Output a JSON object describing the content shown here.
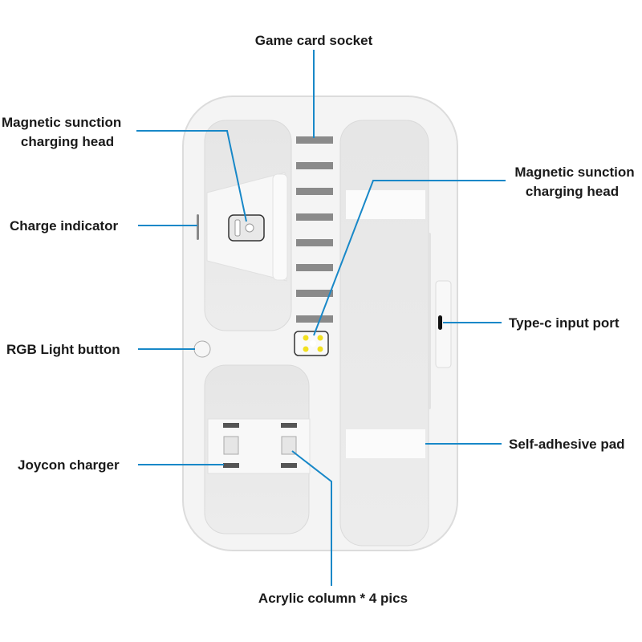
{
  "labels": {
    "game_card_socket": "Game card socket",
    "mag_head_left_1": "Magnetic sunction",
    "mag_head_left_2": "charging head",
    "charge_indicator": "Charge indicator",
    "rgb_button": "RGB Light button",
    "joycon_charger": "Joycon charger",
    "acrylic_column": "Acrylic column * 4 pics",
    "mag_head_right_1": "Magnetic sunction",
    "mag_head_right_2": "charging head",
    "type_c": "Type-c input port",
    "adhesive_pad": "Self-adhesive pad"
  },
  "colors": {
    "leader": "#1888c8",
    "body": "#f2f2f2",
    "led": "#f2e020"
  }
}
